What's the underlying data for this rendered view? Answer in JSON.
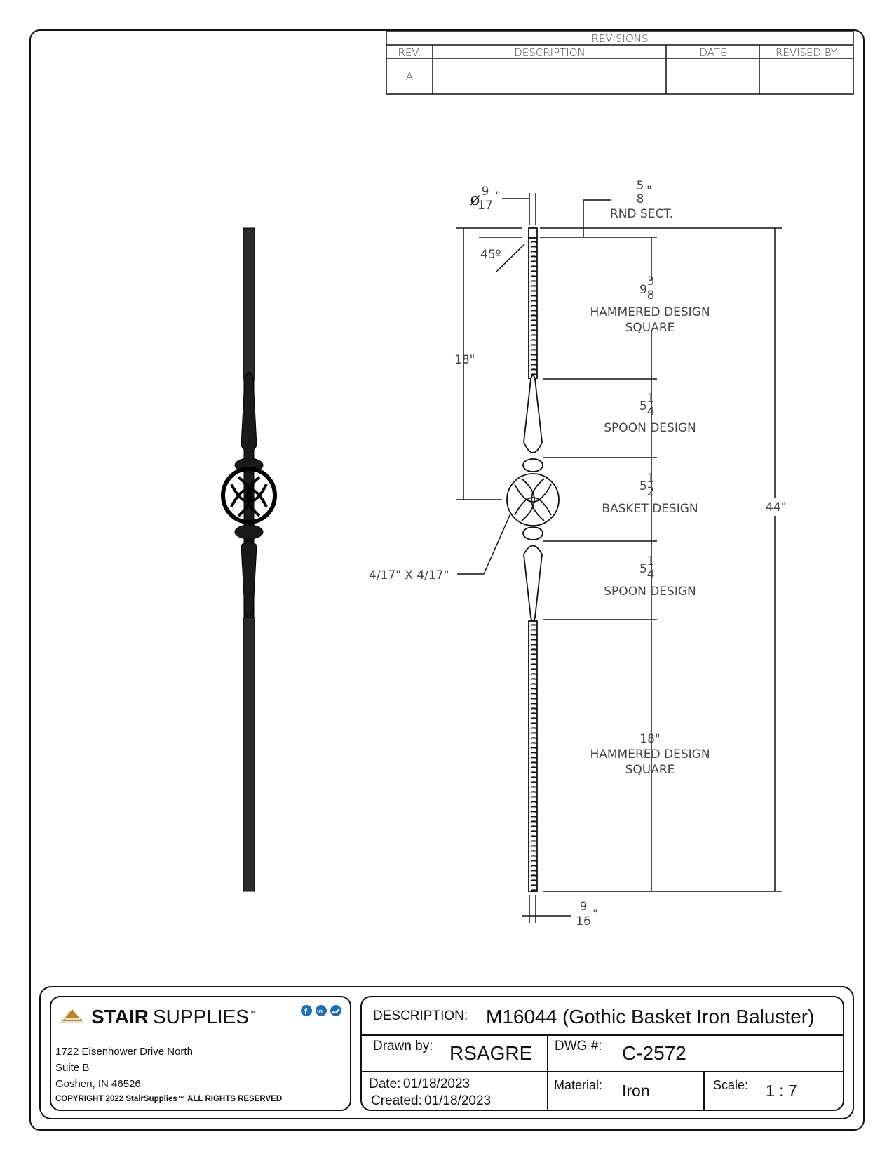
{
  "revisions": {
    "title": "REVISIONS",
    "headers": [
      "REV.",
      "DESCRIPTION",
      "DATE",
      "REVISED BY"
    ],
    "rows": [
      {
        "rev": "A",
        "description": "",
        "date": "",
        "revised_by": ""
      }
    ]
  },
  "dimensions": {
    "diameter_num": "9",
    "diameter_den": "17",
    "inch": "\"",
    "rnd_num": "5",
    "rnd_den": "8",
    "rnd_label": "RND SECT.",
    "angle": "45º",
    "overall_18": "18\"",
    "seg1_whole": "9",
    "seg1_num": "3",
    "seg1_den": "8",
    "seg1_l1": "HAMMERED DESIGN",
    "seg1_l2": "SQUARE",
    "seg2_whole": "5",
    "seg2_num": "1",
    "seg2_den": "4",
    "seg2_label": "SPOON DESIGN",
    "seg3_whole": "5",
    "seg3_num": "1",
    "seg3_den": "2",
    "seg3_label": "BASKET DESIGN",
    "seg4_whole": "5",
    "seg4_num": "1",
    "seg4_den": "4",
    "seg4_label": "SPOON DESIGN",
    "seg5": "18\"",
    "seg5_l1": "HAMMERED DESIGN",
    "seg5_l2": "SQUARE",
    "total": "44\"",
    "basket_bar": "4/17\" X 4/17\"",
    "bottom_num": "9",
    "bottom_den": "16"
  },
  "company": {
    "logo_bold": "STAIR",
    "logo_light": "SUPPLIES",
    "tm": "™",
    "social_icons": [
      "facebook-icon",
      "linkedin-icon",
      "twitter-icon"
    ],
    "address1": "1722 Eisenhower Drive North",
    "address2": "Suite B",
    "address3": "Goshen, IN 46526",
    "copyright": "COPYRIGHT 2022 StairSupplies™ ALL RIGHTS RESERVED"
  },
  "title_block": {
    "description_label": "DESCRIPTION:",
    "description": "M16044 (Gothic Basket Iron Baluster)",
    "drawn_by_label": "Drawn by:",
    "drawn_by": "RSAGRE",
    "dwg_label": "DWG #:",
    "dwg": "C-2572",
    "date_label": "Date:",
    "date": "01/18/2023",
    "created_label": "Created:",
    "created": "01/18/2023",
    "material_label": "Material:",
    "material": "Iron",
    "scale_label": "Scale:",
    "scale": "1 : 7"
  },
  "colors": {
    "logo_gold": "#b8862f",
    "social_blue": "#1f6fb8"
  }
}
